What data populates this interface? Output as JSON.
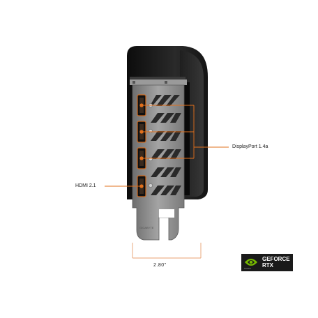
{
  "callouts": {
    "displayport": "DisplayPort 1.4a",
    "hdmi": "HDMI 2.1",
    "width": "2.80\""
  },
  "badge": {
    "line1": "GEFORCE",
    "line2": "RTX",
    "brand": "NVIDIA"
  },
  "colors": {
    "accent": "#e2701c",
    "bracket": "#8c8c8c",
    "cooler": "#1c1c1c",
    "dimension_line": "#e8a070",
    "badge_bg": "#1a1a1a",
    "nvidia_green": "#76b900"
  }
}
